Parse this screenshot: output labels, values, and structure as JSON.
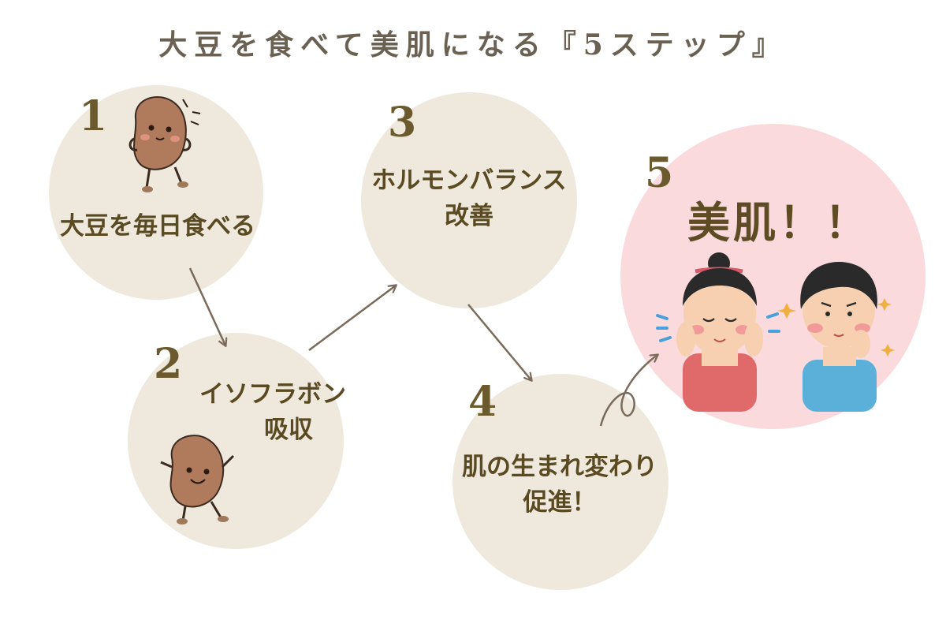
{
  "title": "大豆を食べて美肌になる『5ステップ』",
  "steps": [
    {
      "number": "1",
      "line1": "大豆を毎日食べる",
      "line2": ""
    },
    {
      "number": "2",
      "line1": "イソフラボン",
      "line2": "吸収"
    },
    {
      "number": "3",
      "line1": "ホルモンバランス",
      "line2": "改善"
    },
    {
      "number": "4",
      "line1": "肌の生まれ変わり",
      "line2": "促進！"
    },
    {
      "number": "5",
      "line1": "美肌！！",
      "line2": ""
    }
  ],
  "colors": {
    "circle": "#efe9dd",
    "circle_final": "#fadadd",
    "number": "#6b5a2e",
    "text": "#5a4a22",
    "arrow": "#7a6a5a",
    "bean": "#b07a5c"
  },
  "icons": [
    "bean-character-icon",
    "girl-face-icon",
    "boy-face-icon"
  ]
}
